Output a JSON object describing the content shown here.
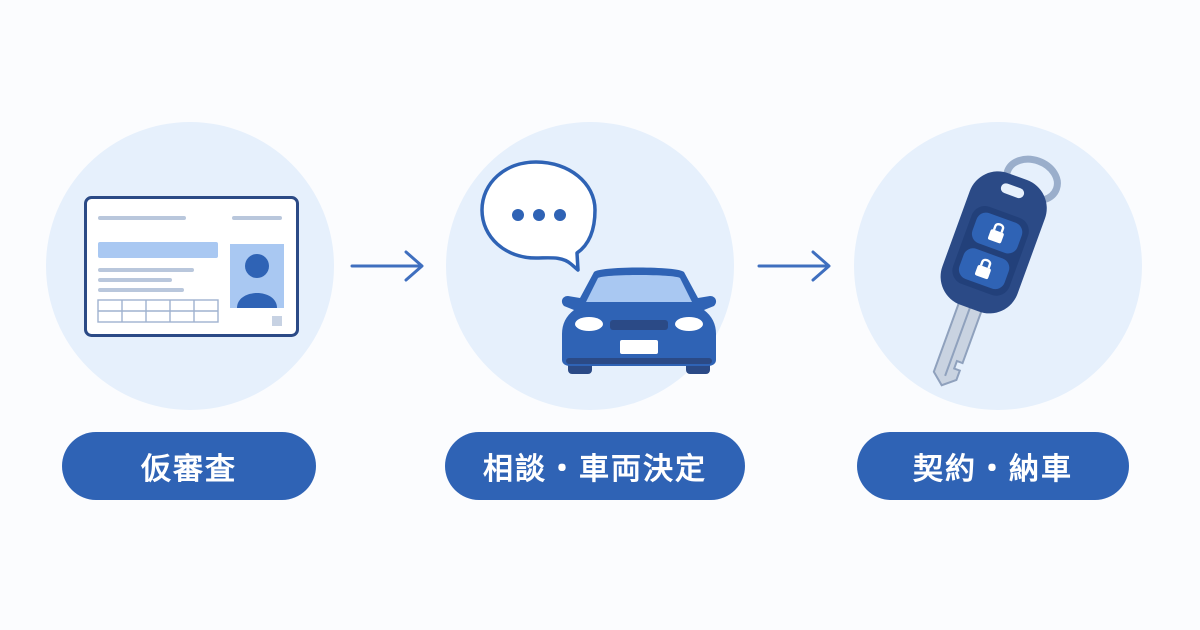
{
  "steps": [
    {
      "label": "仮審査",
      "icon": "id-card-icon"
    },
    {
      "label": "相談・車両決定",
      "icon": "chat-car-icon"
    },
    {
      "label": "契約・納車",
      "icon": "car-key-icon"
    }
  ],
  "colors": {
    "background": "#fbfcfe",
    "circle": "#e6f0fc",
    "primary": "#2f63b5",
    "dark_navy": "#2b4a86",
    "light_blue": "#a9c8f2",
    "arrow": "#3f6fbf"
  }
}
